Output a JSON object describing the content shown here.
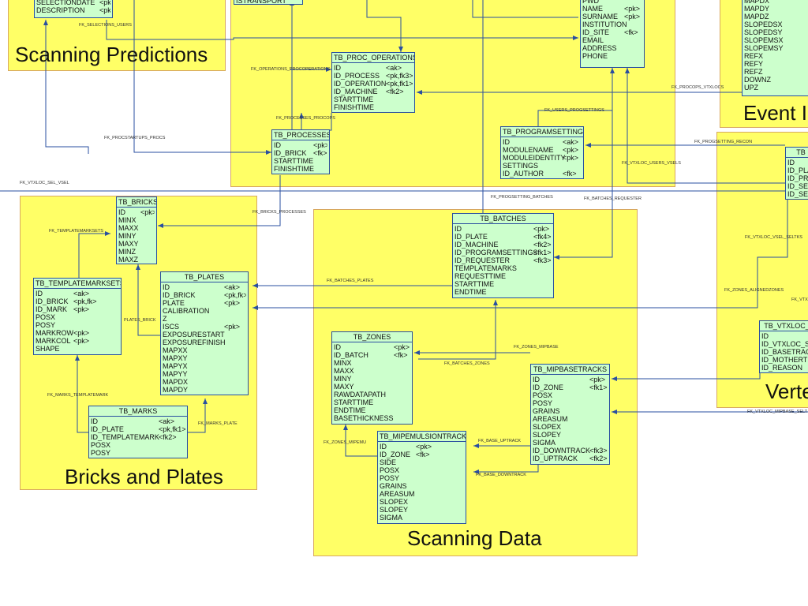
{
  "groups": {
    "scanning_predictions": "Scanning Predictions",
    "event": "Event I",
    "bricks_plates": "Bricks and Plates",
    "scanning_data": "Scanning Data",
    "vertex": "Verte"
  },
  "tables": {
    "selections_frag": {
      "rows": [
        [
          "SELECTIONDATE",
          "<pk>"
        ],
        [
          "DESCRIPTION",
          "<pk>"
        ]
      ]
    },
    "transport_frag": {
      "rows": [
        [
          "ISTRANSPORT",
          ""
        ]
      ]
    },
    "users_frag": {
      "rows": [
        [
          "PWD",
          ""
        ],
        [
          "NAME",
          "<pk>"
        ],
        [
          "SURNAME",
          "<pk>"
        ],
        [
          "INSTITUTION",
          ""
        ],
        [
          "ID_SITE",
          "<fk>"
        ],
        [
          "EMAIL",
          ""
        ],
        [
          "ADDRESS",
          ""
        ],
        [
          "PHONE",
          ""
        ]
      ]
    },
    "event_frag": {
      "rows": [
        [
          "MAPDX",
          ""
        ],
        [
          "MAPDY",
          ""
        ],
        [
          "MAPDZ",
          ""
        ],
        [
          "SLOPEDSX",
          ""
        ],
        [
          "SLOPEDSY",
          ""
        ],
        [
          "SLOPEMSX",
          ""
        ],
        [
          "SLOPEMSY",
          ""
        ],
        [
          "REFX",
          ""
        ],
        [
          "REFY",
          ""
        ],
        [
          "REFZ",
          ""
        ],
        [
          "DOWNZ",
          ""
        ],
        [
          "UPZ",
          ""
        ]
      ]
    },
    "proc_operations": {
      "title": "TB_PROC_OPERATIONS",
      "rows": [
        [
          "ID",
          "<ak>"
        ],
        [
          "ID_PROCESS",
          "<pk,fk3>"
        ],
        [
          "ID_OPERATION",
          "<pk,fk1>"
        ],
        [
          "ID_MACHINE",
          "<fk2>"
        ],
        [
          "STARTTIME",
          ""
        ],
        [
          "FINISHTIME",
          ""
        ]
      ]
    },
    "processes": {
      "title": "TB_PROCESSES",
      "rows": [
        [
          "ID",
          "<pk>"
        ],
        [
          "ID_BRICK",
          "<fk>"
        ],
        [
          "STARTTIME",
          ""
        ],
        [
          "FINISHTIME",
          ""
        ]
      ]
    },
    "programsettings": {
      "title": "TB_PROGRAMSETTINGS",
      "rows": [
        [
          "ID",
          "<ak>"
        ],
        [
          "MODULENAME",
          "<pk>"
        ],
        [
          "MODULEIDENTITY",
          "<pk>"
        ],
        [
          "SETTINGS",
          ""
        ],
        [
          "ID_AUTHOR",
          "<fk>"
        ]
      ]
    },
    "right_frag_tb": {
      "title": "TB",
      "rows": [
        [
          "ID",
          ""
        ],
        [
          "ID_PLA",
          ""
        ],
        [
          "ID_PRO",
          ""
        ],
        [
          "ID_SEL",
          ""
        ],
        [
          "ID_SEL",
          ""
        ]
      ]
    },
    "bricks": {
      "title": "TB_BRICKS",
      "rows": [
        [
          "ID",
          "<pk>"
        ],
        [
          "MINX",
          ""
        ],
        [
          "MAXX",
          ""
        ],
        [
          "MINY",
          ""
        ],
        [
          "MAXY",
          ""
        ],
        [
          "MINZ",
          ""
        ],
        [
          "MAXZ",
          ""
        ]
      ]
    },
    "templatemarksets": {
      "title": "TB_TEMPLATEMARKSETS",
      "rows": [
        [
          "ID",
          "<ak>"
        ],
        [
          "ID_BRICK",
          "<pk,fk>"
        ],
        [
          "ID_MARK",
          "<pk>"
        ],
        [
          "POSX",
          ""
        ],
        [
          "POSY",
          ""
        ],
        [
          "MARKROW",
          "<pk>"
        ],
        [
          "MARKCOL",
          "<pk>"
        ],
        [
          "SHAPE",
          ""
        ]
      ]
    },
    "plates": {
      "title": "TB_PLATES",
      "rows": [
        [
          "ID",
          "<ak>"
        ],
        [
          "ID_BRICK",
          "<pk,fk>"
        ],
        [
          "PLATE",
          "<pk>"
        ],
        [
          "CALIBRATION",
          ""
        ],
        [
          "Z",
          ""
        ],
        [
          "ISCS",
          "<pk>"
        ],
        [
          "EXPOSURESTART",
          ""
        ],
        [
          "EXPOSUREFINISH",
          ""
        ],
        [
          "MAPXX",
          ""
        ],
        [
          "MAPXY",
          ""
        ],
        [
          "MAPYX",
          ""
        ],
        [
          "MAPYY",
          ""
        ],
        [
          "MAPDX",
          ""
        ],
        [
          "MAPDY",
          ""
        ]
      ]
    },
    "marks": {
      "title": "TB_MARKS",
      "rows": [
        [
          "ID",
          "<ak>"
        ],
        [
          "ID_PLATE",
          "<pk,fk1>"
        ],
        [
          "ID_TEMPLATEMARK",
          "<fk2>"
        ],
        [
          "POSX",
          ""
        ],
        [
          "POSY",
          ""
        ]
      ]
    },
    "batches": {
      "title": "TB_BATCHES",
      "rows": [
        [
          "ID",
          "<pk>"
        ],
        [
          "ID_PLATE",
          "<fk4>"
        ],
        [
          "ID_MACHINE",
          "<fk2>"
        ],
        [
          "ID_PROGRAMSETTINGS",
          "<fk1>"
        ],
        [
          "ID_REQUESTER",
          "<fk3>"
        ],
        [
          "TEMPLATEMARKS",
          ""
        ],
        [
          "REQUESTTIME",
          ""
        ],
        [
          "STARTTIME",
          ""
        ],
        [
          "ENDTIME",
          ""
        ]
      ]
    },
    "zones": {
      "title": "TB_ZONES",
      "rows": [
        [
          "ID",
          "<pk>"
        ],
        [
          "ID_BATCH",
          "<fk>"
        ],
        [
          "MINX",
          ""
        ],
        [
          "MAXX",
          ""
        ],
        [
          "MINY",
          ""
        ],
        [
          "MAXY",
          ""
        ],
        [
          "RAWDATAPATH",
          ""
        ],
        [
          "STARTTIME",
          ""
        ],
        [
          "ENDTIME",
          ""
        ],
        [
          "BASETHICKNESS",
          ""
        ]
      ]
    },
    "mipbasetracks": {
      "title": "TB_MIPBASETRACKS",
      "rows": [
        [
          "ID",
          "<pk>"
        ],
        [
          "ID_ZONE",
          "<fk1>"
        ],
        [
          "POSX",
          ""
        ],
        [
          "POSY",
          ""
        ],
        [
          "GRAINS",
          ""
        ],
        [
          "AREASUM",
          ""
        ],
        [
          "SLOPEX",
          ""
        ],
        [
          "SLOPEY",
          ""
        ],
        [
          "SIGMA",
          ""
        ],
        [
          "ID_DOWNTRACK",
          "<fk3>"
        ],
        [
          "ID_UPTRACK",
          "<fk2>"
        ]
      ]
    },
    "mipemulsiontracks": {
      "title": "TB_MIPEMULSIONTRACKS",
      "rows": [
        [
          "ID",
          "<pk>"
        ],
        [
          "ID_ZONE",
          "<fk>"
        ],
        [
          "SIDE",
          ""
        ],
        [
          "POSX",
          ""
        ],
        [
          "POSY",
          ""
        ],
        [
          "GRAINS",
          ""
        ],
        [
          "AREASUM",
          ""
        ],
        [
          "SLOPEX",
          ""
        ],
        [
          "SLOPEY",
          ""
        ],
        [
          "SIGMA",
          ""
        ]
      ]
    },
    "vtxloc": {
      "title": "TB_VTXLOC_",
      "rows": [
        [
          "ID",
          ""
        ],
        [
          "ID_VTXLOC_S",
          ""
        ],
        [
          "ID_BASETRAC",
          ""
        ],
        [
          "ID_MOTHERTR",
          ""
        ],
        [
          "ID_REASON",
          ""
        ]
      ]
    }
  },
  "relations": {
    "fk_selections_users": "FK_SELECTIONS_USERS",
    "fk_operations_procoperations": "FK_OPERATIONS_PROCOPERATIONS",
    "fk_procops_vtxlocs": "FK_PROCOPS_VTXLOCS",
    "fk_users_progsettings": "FK_USERS_PROGSETTINGS",
    "fk_processes_procops": "FK_PROCESSES_PROCOPS",
    "fk_procstartups_procs": "FK_PROCSTARTUPS_PROCS",
    "fk_progsetting_recon": "FK_PROGSETTING_RECON",
    "fk_vtxloc_users_vsels": "FK_VTXLOC_USERS_VSELS",
    "fk_vtxloc_sel_vsel": "FK_VTXLOC_SEL_VSEL",
    "fk_progsetting_batches": "FK_PROGSETTING_BATCHES",
    "fk_batches_requester": "FK_BATCHES_REQUESTER",
    "fk_bricks_processes": "FK_BRICKS_PROCESSES",
    "fk_templatemarksets": "FK_TEMPLATEMARKSETS",
    "fk_vtxloc_vsel_seltks": "FK_VTXLOC_VSEL_SELTKS",
    "fk_batches_plates": "FK_BATCHES_PLATES",
    "fk_zones_alignedzones": "FK_ZONES_ALIGNEDZONES",
    "fk_vtx": "FK_VTX",
    "plates_brick": "PLATES_BRICK",
    "fk_zones_mipbase": "FK_ZONES_MIPBASE",
    "fk_batches_zones": "FK_BATCHES_ZONES",
    "fk_marks_templatemark": "FK_MARKS_TEMPLATEMARK",
    "fk_marks_plate": "FK_MARKS_PLATE",
    "fk_zones_mipemu": "FK_ZONES_MIPEMU",
    "fk_base_uptrack": "FK_BASE_UPTRACK",
    "fk_base_downtrack": "FK_BASE_DOWNTRACK",
    "fk_vtxloc_mipbase_selt": "FK_VTXLOC_MIPBASE_SELT"
  },
  "colors": {
    "group_fill": "#ffff66",
    "table_fill": "#ccffcc",
    "line": "#2a4fa0"
  }
}
